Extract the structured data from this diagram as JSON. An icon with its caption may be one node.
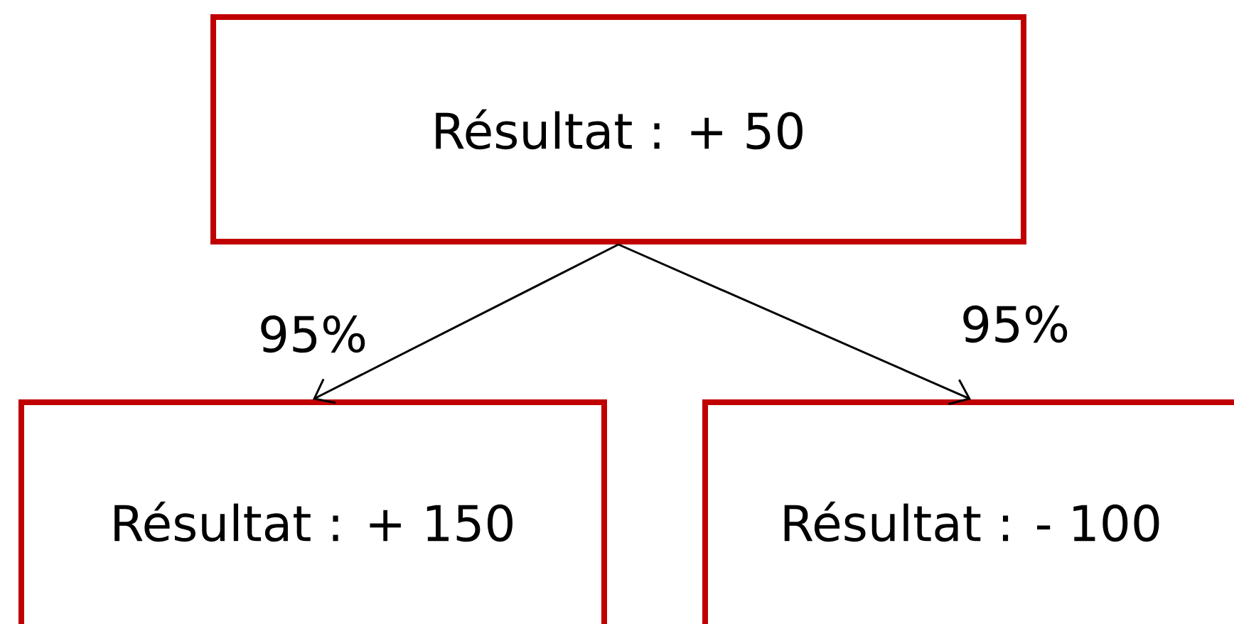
{
  "diagram": {
    "nodes": [
      {
        "text": [
          "Résultat : + 50"
        ]
      },
      {
        "text": [
          "Résultat : + 150"
        ]
      },
      {
        "text": [
          "Résultat : - 100"
        ]
      }
    ],
    "edges": [
      {
        "from": 0,
        "to": 1,
        "arrow": "to",
        "label": "95%"
      },
      {
        "from": 0,
        "to": 2,
        "arrow": "to",
        "label": "95%"
      }
    ]
  }
}
